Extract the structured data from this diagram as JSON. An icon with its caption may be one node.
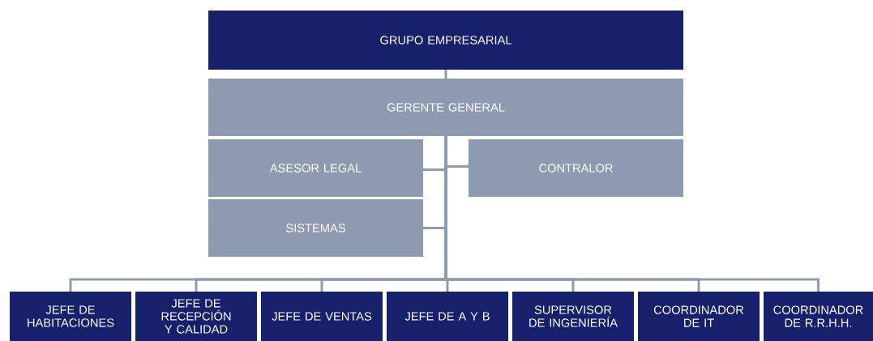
{
  "diagram": {
    "nodes": [
      {
        "text": [
          "GRUPO EMPRESARIAL"
        ]
      },
      {
        "text": [
          "GERENTE GENERAL"
        ]
      },
      {
        "text": [
          "ASESOR LEGAL"
        ]
      },
      {
        "text": [
          "CONTRALOR"
        ]
      },
      {
        "text": [
          "SISTEMAS"
        ]
      },
      {
        "text": [
          "JEFE DE HABITACIONES"
        ]
      },
      {
        "text": [
          "JEFE DE RECEPCIÓN Y CALIDAD"
        ]
      },
      {
        "text": [
          "JEFE DE VENTAS"
        ]
      },
      {
        "text": [
          "JEFE DE A Y B"
        ]
      },
      {
        "text": [
          "SUPERVISOR DE INGENIERÍA"
        ]
      },
      {
        "text": [
          "COORDINADOR DE IT"
        ]
      },
      {
        "text": [
          "COORDINADOR DE R.R.H.H."
        ]
      }
    ],
    "edges": [
      {
        "from": 0,
        "to": 1,
        "arrow": "none"
      },
      {
        "from": 1,
        "to": 2,
        "arrow": "none"
      },
      {
        "from": 1,
        "to": 3,
        "arrow": "none"
      },
      {
        "from": 1,
        "to": 4,
        "arrow": "none"
      },
      {
        "from": 1,
        "to": 5,
        "arrow": "none"
      },
      {
        "from": 1,
        "to": 6,
        "arrow": "none"
      },
      {
        "from": 1,
        "to": 7,
        "arrow": "none"
      },
      {
        "from": 1,
        "to": 8,
        "arrow": "none"
      },
      {
        "from": 1,
        "to": 9,
        "arrow": "none"
      },
      {
        "from": 1,
        "to": 10,
        "arrow": "none"
      },
      {
        "from": 1,
        "to": 11,
        "arrow": "none"
      }
    ]
  }
}
